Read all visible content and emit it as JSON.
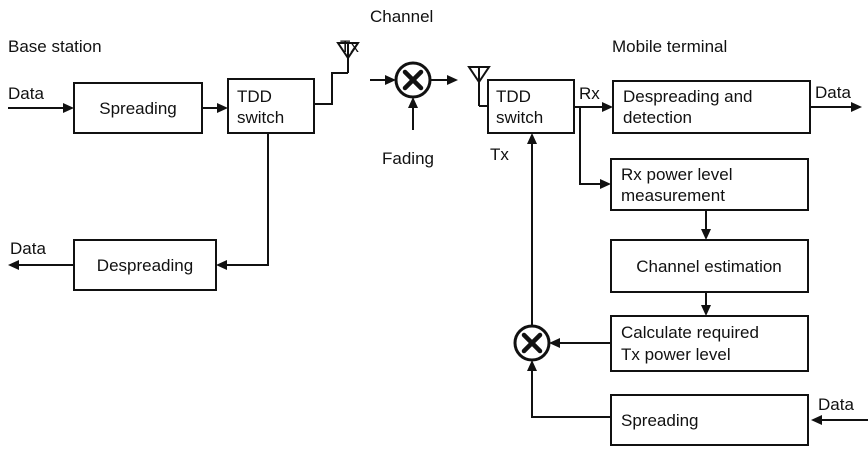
{
  "sections": {
    "base_station": "Base station",
    "channel": "Channel",
    "mobile_terminal": "Mobile terminal"
  },
  "labels": {
    "tx_base": "Tx",
    "rx_mobile": "Rx",
    "tx_mobile": "Tx",
    "fading": "Fading",
    "data_in_base": "Data",
    "data_out_base": "Data",
    "data_out_mobile": "Data",
    "data_in_mobile": "Data"
  },
  "blocks": {
    "bs_spreading": [
      "Spreading"
    ],
    "bs_tdd_switch": [
      "TDD",
      "switch"
    ],
    "bs_despreading": [
      "Despreading"
    ],
    "mt_tdd_switch": [
      "TDD",
      "switch"
    ],
    "mt_despreading_detection": [
      "Despreading and",
      "detection"
    ],
    "mt_rx_power_measurement": [
      "Rx power level",
      "measurement"
    ],
    "mt_channel_estimation": [
      "Channel estimation"
    ],
    "mt_calc_tx_power": [
      "Calculate required",
      "Tx power level"
    ],
    "mt_spreading": [
      "Spreading"
    ]
  },
  "icons": {
    "multiplier": "circle-times-icon",
    "antenna": "antenna-icon"
  }
}
